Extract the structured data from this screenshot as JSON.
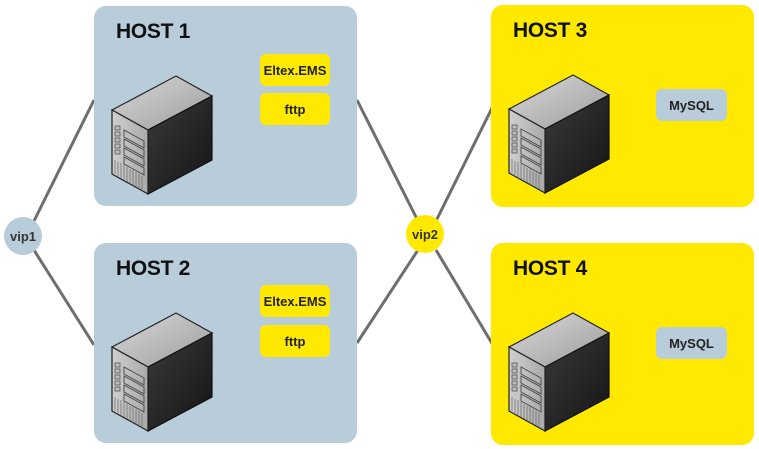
{
  "colors": {
    "host_blue": "#b9ccda",
    "host_yellow": "#ffe900",
    "link": "#6e6e6e"
  },
  "vips": [
    {
      "label": "vip1"
    },
    {
      "label": "vip2"
    }
  ],
  "hosts": [
    {
      "title": "HOST 1",
      "services": [
        "Eltex.EMS",
        "fttp"
      ]
    },
    {
      "title": "HOST 2",
      "services": [
        "Eltex.EMS",
        "fttp"
      ]
    },
    {
      "title": "HOST 3",
      "services": [
        "MySQL"
      ]
    },
    {
      "title": "HOST 4",
      "services": [
        "MySQL"
      ]
    }
  ]
}
